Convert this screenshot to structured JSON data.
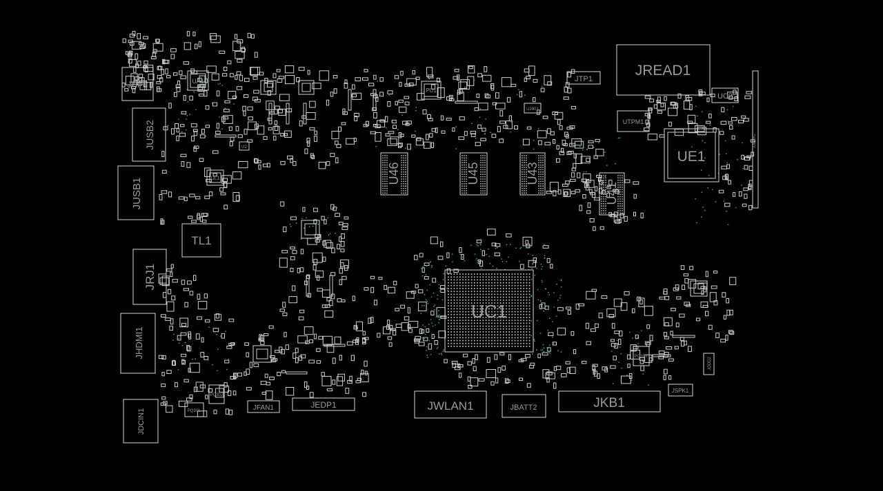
{
  "components": [
    {
      "ref": "JHP1",
      "kind": "connector"
    },
    {
      "ref": "UA1",
      "kind": "ic"
    },
    {
      "ref": "JUSB2",
      "kind": "connector"
    },
    {
      "ref": "JUSB1",
      "kind": "connector"
    },
    {
      "ref": "TL1",
      "kind": "ic"
    },
    {
      "ref": "JRJ1",
      "kind": "connector"
    },
    {
      "ref": "JHDMI1",
      "kind": "connector"
    },
    {
      "ref": "JDCIN1",
      "kind": "connector"
    },
    {
      "ref": "JFAN1",
      "kind": "connector"
    },
    {
      "ref": "JEDP1",
      "kind": "connector"
    },
    {
      "ref": "JWLAN1",
      "kind": "connector"
    },
    {
      "ref": "JBATT2",
      "kind": "connector"
    },
    {
      "ref": "JKB1",
      "kind": "connector"
    },
    {
      "ref": "JSPK1",
      "kind": "connector"
    },
    {
      "ref": "UC1",
      "kind": "bga"
    },
    {
      "ref": "U46",
      "kind": "memory"
    },
    {
      "ref": "U45",
      "kind": "memory"
    },
    {
      "ref": "U43",
      "kind": "memory"
    },
    {
      "ref": "U41",
      "kind": "memory"
    },
    {
      "ref": "JTP1",
      "kind": "connector"
    },
    {
      "ref": "JREAD1",
      "kind": "connector"
    },
    {
      "ref": "UC2",
      "kind": "ic"
    },
    {
      "ref": "UTPM1",
      "kind": "ic"
    },
    {
      "ref": "UE1",
      "kind": "ic"
    },
    {
      "ref": "PU1",
      "kind": "ic"
    },
    {
      "ref": "UL1",
      "kind": "ic"
    },
    {
      "ref": "U2",
      "kind": "ic"
    },
    {
      "ref": "PQ301",
      "kind": "ic"
    },
    {
      "ref": "PQ302",
      "kind": "ic"
    },
    {
      "ref": "PQ303",
      "kind": "ic"
    },
    {
      "ref": "JODD2",
      "kind": "connector"
    },
    {
      "ref": "U2801",
      "kind": "ic"
    },
    {
      "ref": "JDEBUG",
      "kind": "connector"
    }
  ]
}
